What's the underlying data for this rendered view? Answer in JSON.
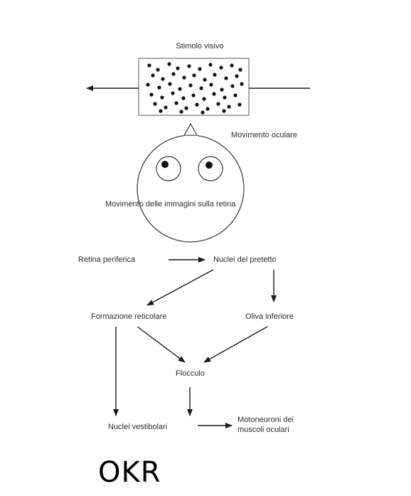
{
  "labels": {
    "stimulus": "Stimolo visivo",
    "eye_movement": "Movimento oculare",
    "retina_image_motion": "Movimento delle immagini sulla retina",
    "peripheral_retina": "Retina periferica",
    "pretectal_nuclei": "Nuclei del pretetto",
    "reticular_formation": "Formazione reticolare",
    "inferior_olive": "Oliva inferiore",
    "flocculus": "Flocculo",
    "vestibular_nuclei": "Nuclei vestibolari",
    "motoneurons_line1": "Motoneuroni dei",
    "motoneurons_line2": "muscoli oculari"
  },
  "title": "OKR",
  "colors": {
    "line": "#1a1a1a",
    "text": "#2a2a2a"
  }
}
